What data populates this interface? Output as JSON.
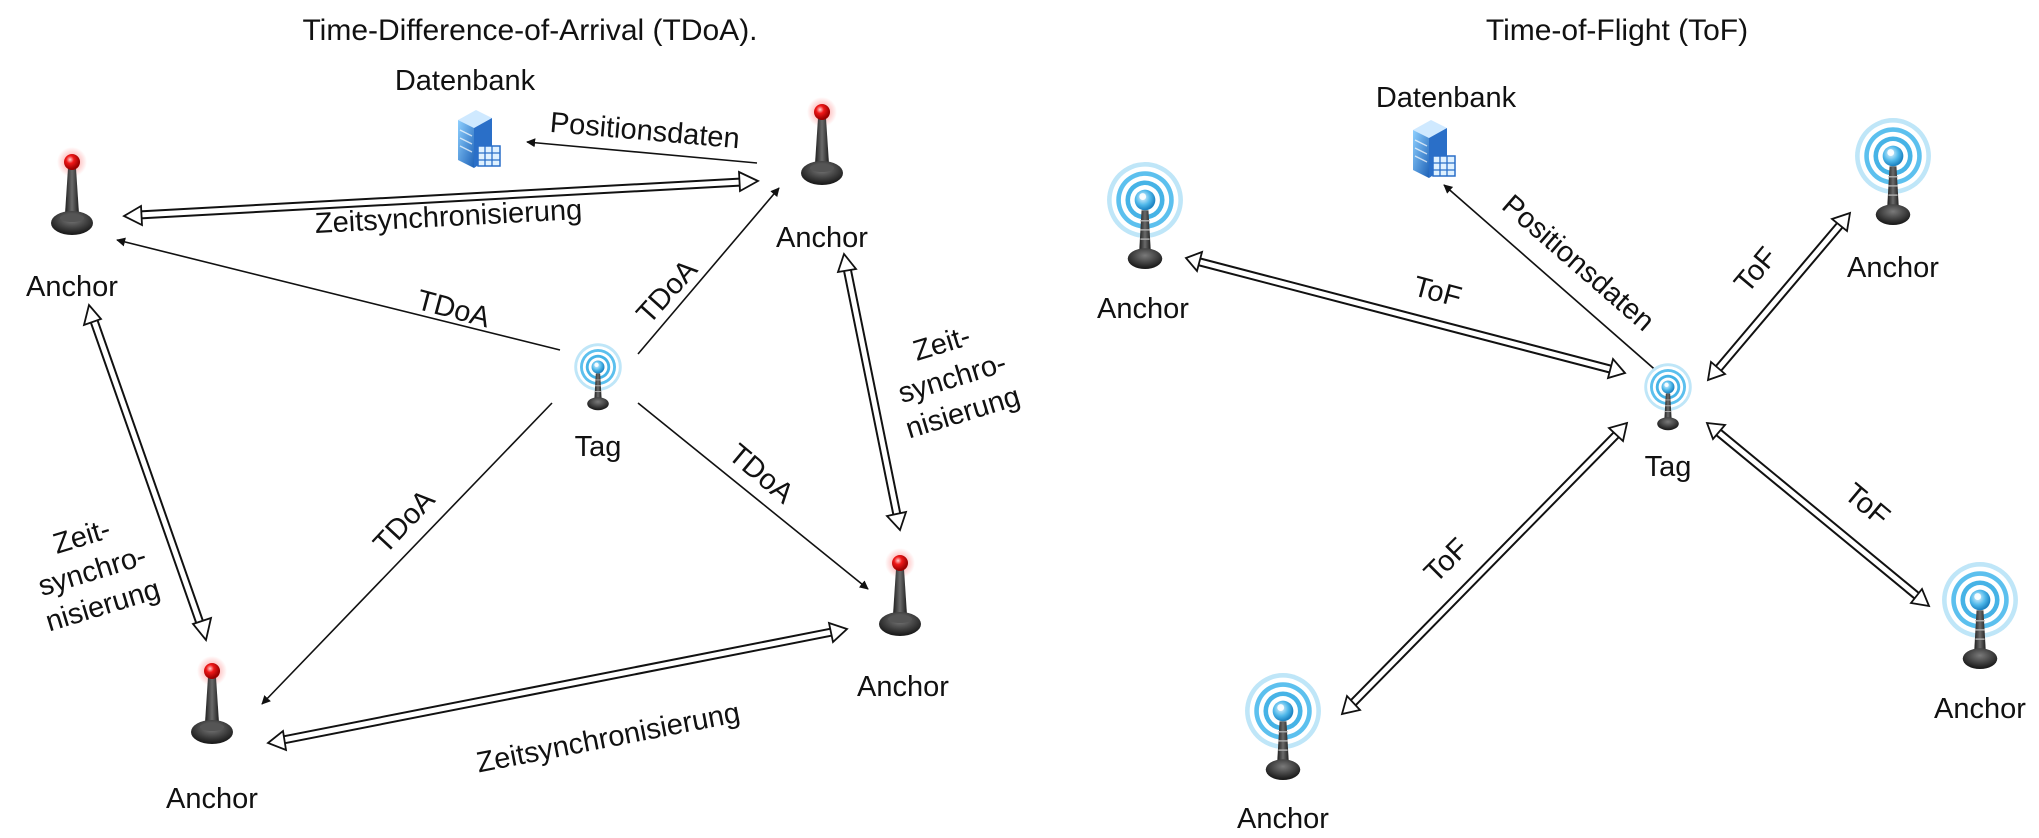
{
  "tdoa": {
    "title": "Time-Difference-of-Arrival (TDoA).",
    "database_label": "Datenbank",
    "positionsdaten_label": "Positionsdaten",
    "tag_label": "Tag",
    "anchor_labels": [
      "Anchor",
      "Anchor",
      "Anchor",
      "Anchor"
    ],
    "tdoa_labels": [
      "TDoA",
      "TDoA",
      "TDoA",
      "TDoA"
    ],
    "sync_top": "Zeitsynchronisierung",
    "sync_bottom": "Zeitsynchronisierung",
    "sync_left": [
      "Zeit-",
      "synchro-",
      "nisierung"
    ],
    "sync_right": [
      "Zeit-",
      "synchro-",
      "nisierung"
    ]
  },
  "tof": {
    "title": "Time-of-Flight (ToF)",
    "database_label": "Datenbank",
    "positionsdaten_label": "Positionsdaten",
    "tag_label": "Tag",
    "anchor_labels": [
      "Anchor",
      "Anchor",
      "Anchor",
      "Anchor"
    ],
    "tof_labels": [
      "ToF",
      "ToF",
      "ToF",
      "ToF"
    ]
  },
  "colors": {
    "anchor_led": "#e8121b",
    "signal_blue": "#35a9e0",
    "antenna": "#3a3a3a",
    "database": "#2f7fd6"
  },
  "icons": {
    "anchor_tdoa": "red-led-antenna-icon",
    "anchor_tof": "blue-signal-antenna-icon",
    "tag": "blue-signal-antenna-icon",
    "database": "server-database-icon"
  }
}
